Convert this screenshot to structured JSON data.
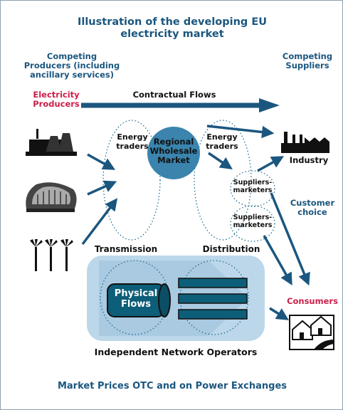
{
  "title_line1": "Illustration of the developing EU",
  "title_line2": "electricity market",
  "left_header": [
    "Competing",
    "Producers (including",
    "ancillary services)"
  ],
  "right_header": [
    "Competing",
    "Suppliers"
  ],
  "electricity_producers": [
    "Electricity",
    "Producers"
  ],
  "contractual_flows": "Contractual Flows",
  "energy_traders_left": [
    "Energy",
    "traders"
  ],
  "energy_traders_right": [
    "Energy",
    "traders"
  ],
  "regional_wholesale": [
    "Regional",
    "Wholesale",
    "Market"
  ],
  "suppliers_1": [
    "Suppliers-",
    "marketers"
  ],
  "suppliers_2": [
    "Suppliers-",
    "marketers"
  ],
  "industry": "Industry",
  "customer_choice": [
    "Customer",
    "choice"
  ],
  "transmission": "Transmission",
  "distribution": "Distribution",
  "physical_flows": [
    "Physical",
    "Flows"
  ],
  "consumers": "Consumers",
  "network_operators": "Independent Network Operators",
  "footer": "Market Prices OTC and on Power Exchanges",
  "colors": {
    "navy": "#1b567f",
    "crimson": "#cc1e48",
    "teal": "#1f6f92",
    "panel": "#bcd7ea"
  },
  "icons": [
    "power-plant-icon",
    "nuclear-reactor-icon",
    "wind-turbines-icon",
    "factory-icon",
    "houses-icon"
  ]
}
